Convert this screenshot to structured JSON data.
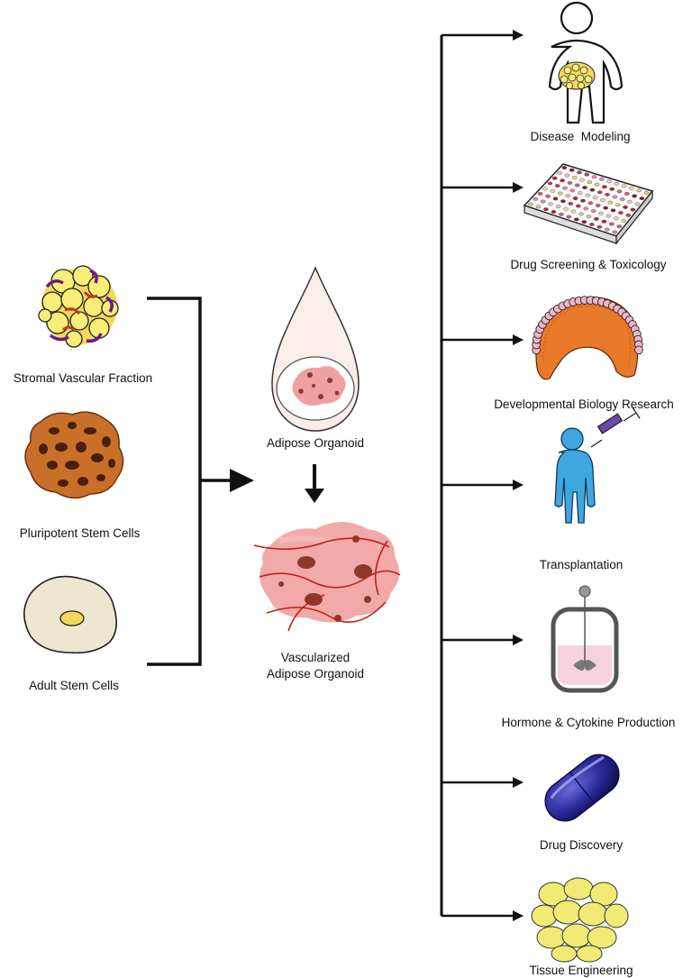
{
  "sources": [
    {
      "id": "svf",
      "label": "Stromal Vascular Fraction",
      "icon": "cell-cluster-icon"
    },
    {
      "id": "psc",
      "label": "Pluripotent Stem Cells",
      "icon": "porous-cell-icon"
    },
    {
      "id": "asc",
      "label": "Adult Stem Cells",
      "icon": "single-cell-icon"
    }
  ],
  "center": {
    "organoid_label": "Adipose Organoid",
    "vascularized_label_line1": "Vascularized",
    "vascularized_label_line2": "Adipose Organoid"
  },
  "applications": [
    {
      "label": "Disease  Modeling",
      "icon": "human-body-adipose-icon"
    },
    {
      "label": "Drug Screening & Toxicology",
      "icon": "well-plate-icon"
    },
    {
      "label": "Developmental Biology Research",
      "icon": "embryo-section-icon"
    },
    {
      "label": "Transplantation",
      "icon": "human-syringe-icon"
    },
    {
      "label": "Hormone & Cytokine Production",
      "icon": "bioreactor-icon"
    },
    {
      "label": "Drug Discovery",
      "icon": "capsule-icon"
    },
    {
      "label": "Tissue Engineering",
      "icon": "adipocyte-tissue-icon"
    }
  ],
  "colors": {
    "fat_yellow": "#f7ee78",
    "organoid_pink": "#f0a0a0",
    "nucleus_brown": "#8b3a2a",
    "human_blue": "#3fa6e0",
    "capsule_blue": "#2a2a9a",
    "psc_brown": "#c8702a"
  }
}
